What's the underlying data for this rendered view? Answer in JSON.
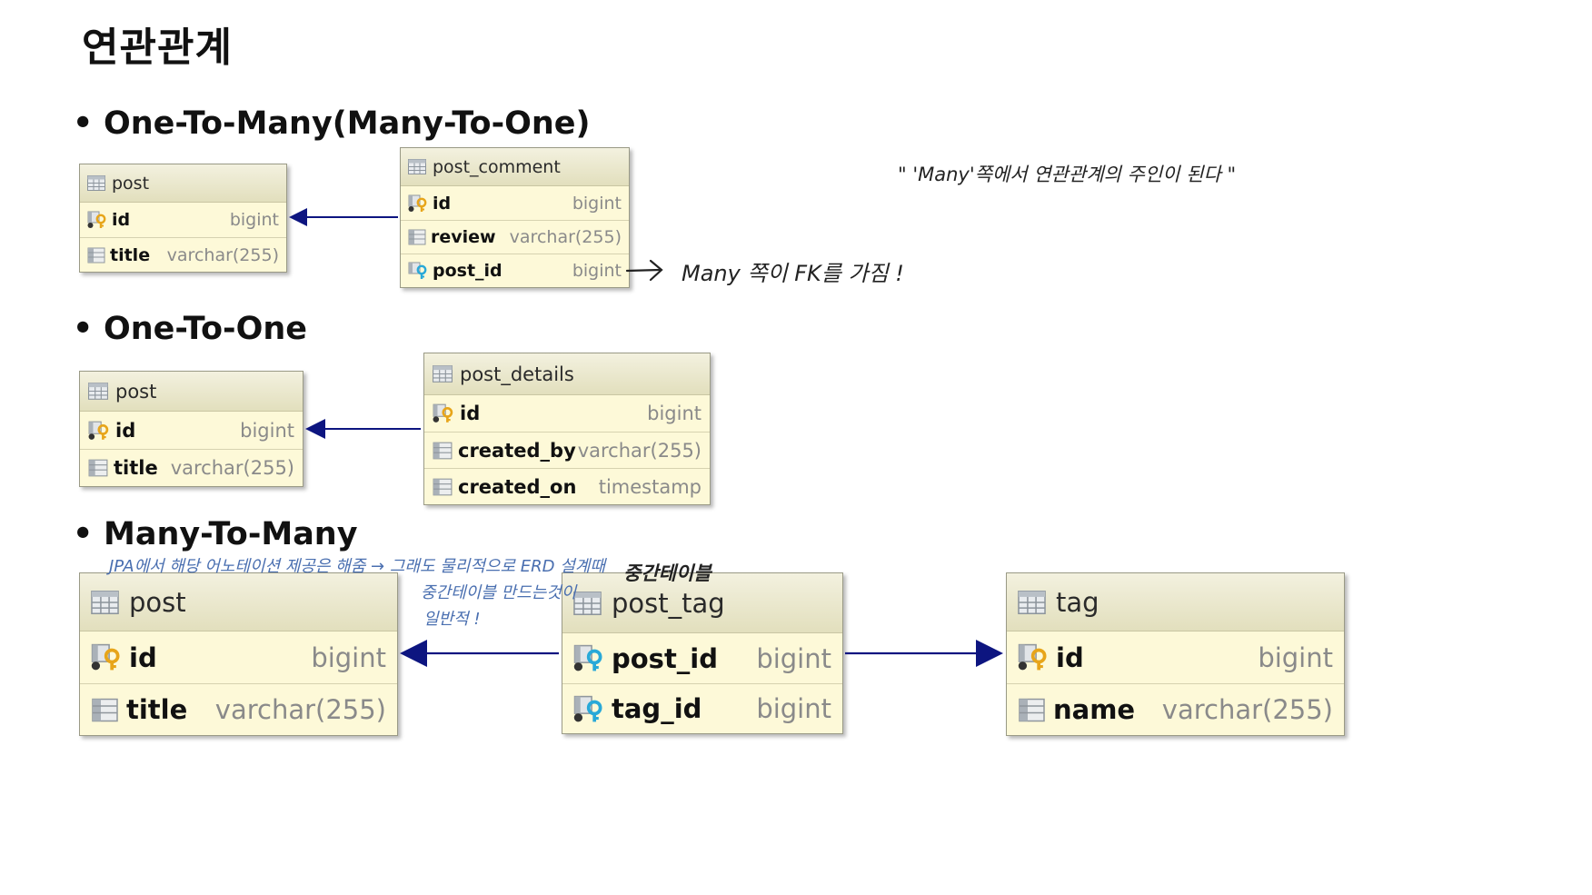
{
  "page_title": "연관관계",
  "sections": [
    {
      "label": "One-To-Many(Many-To-One)"
    },
    {
      "label": "One-To-One"
    },
    {
      "label": "Many-To-Many"
    }
  ],
  "tables": {
    "otm_post": {
      "name": "post",
      "columns": [
        {
          "name": "id",
          "type": "bigint",
          "key": "pk"
        },
        {
          "name": "title",
          "type": "varchar(255)",
          "key": "none"
        }
      ]
    },
    "otm_post_comment": {
      "name": "post_comment",
      "columns": [
        {
          "name": "id",
          "type": "bigint",
          "key": "pk"
        },
        {
          "name": "review",
          "type": "varchar(255)",
          "key": "none"
        },
        {
          "name": "post_id",
          "type": "bigint",
          "key": "fk"
        }
      ]
    },
    "oto_post": {
      "name": "post",
      "columns": [
        {
          "name": "id",
          "type": "bigint",
          "key": "pk"
        },
        {
          "name": "title",
          "type": "varchar(255)",
          "key": "none"
        }
      ]
    },
    "oto_post_details": {
      "name": "post_details",
      "columns": [
        {
          "name": "id",
          "type": "bigint",
          "key": "pk"
        },
        {
          "name": "created_by",
          "type": "varchar(255)",
          "key": "none"
        },
        {
          "name": "created_on",
          "type": "timestamp",
          "key": "none"
        }
      ]
    },
    "mtm_post": {
      "name": "post",
      "columns": [
        {
          "name": "id",
          "type": "bigint",
          "key": "pk"
        },
        {
          "name": "title",
          "type": "varchar(255)",
          "key": "none"
        }
      ]
    },
    "mtm_post_tag": {
      "name": "post_tag",
      "columns": [
        {
          "name": "post_id",
          "type": "bigint",
          "key": "pkfk"
        },
        {
          "name": "tag_id",
          "type": "bigint",
          "key": "pkfk"
        }
      ]
    },
    "mtm_tag": {
      "name": "tag",
      "columns": [
        {
          "name": "id",
          "type": "bigint",
          "key": "pk"
        },
        {
          "name": "name",
          "type": "varchar(255)",
          "key": "none"
        }
      ]
    }
  },
  "annotations": {
    "owner_quote": "\" 'Many'쪽에서  연관관계의 주인이 된다 \"",
    "fk_note": "Many 쪽이 FK를 가짐 !",
    "jpa_note": "JPA에서 해당 어노테이션 제공은 해줌 → 그래도 물리적으로 ERD 설계때",
    "jpa_note_2": "중간테이블 만드는것이",
    "jpa_note_3": "일반적 !",
    "junction_note": "중간테이블"
  },
  "colors": {
    "arrow": "#0d1580",
    "table_body": "#fdf9d8",
    "table_head": "#e6e3c4",
    "type_text": "#8a8a8a",
    "note_blue": "#4a6fb0",
    "note_black": "#222222"
  },
  "icons": {
    "table": "table-icon",
    "pk": "primary-key-icon",
    "fk": "foreign-key-icon",
    "pkfk": "primary-foreign-key-icon",
    "column": "column-icon"
  }
}
